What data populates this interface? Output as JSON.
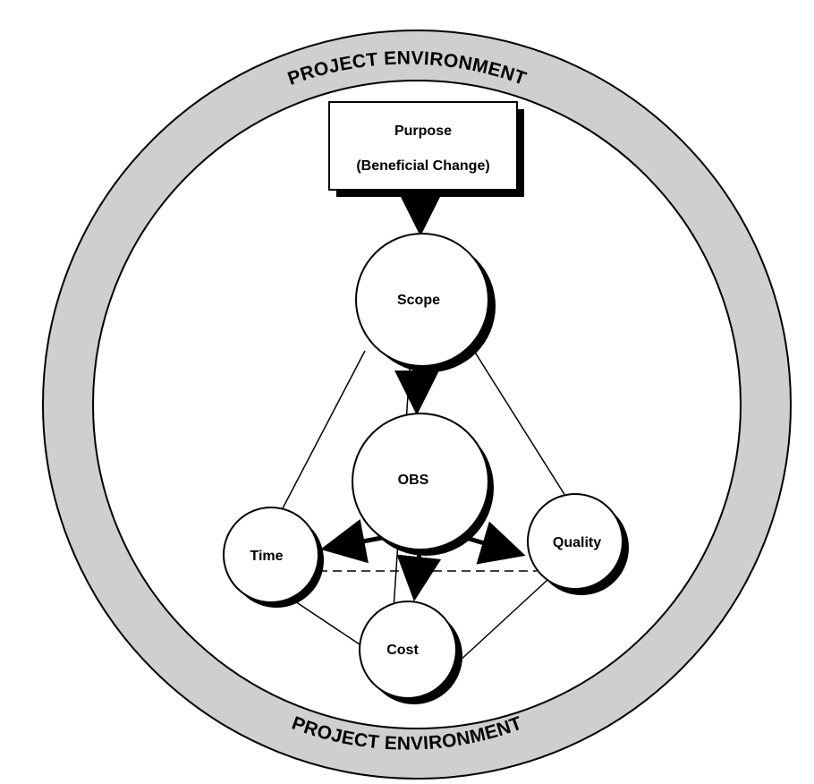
{
  "ring": {
    "label_top": "PROJECT ENVIRONMENT",
    "label_bottom": "PROJECT ENVIRONMENT",
    "fill_color": "#cfcfcf"
  },
  "purpose_box": {
    "line1": "Purpose",
    "line2": "(Beneficial Change)"
  },
  "nodes": {
    "scope": "Scope",
    "obs": "OBS",
    "time": "Time",
    "quality": "Quality",
    "cost": "Cost"
  }
}
